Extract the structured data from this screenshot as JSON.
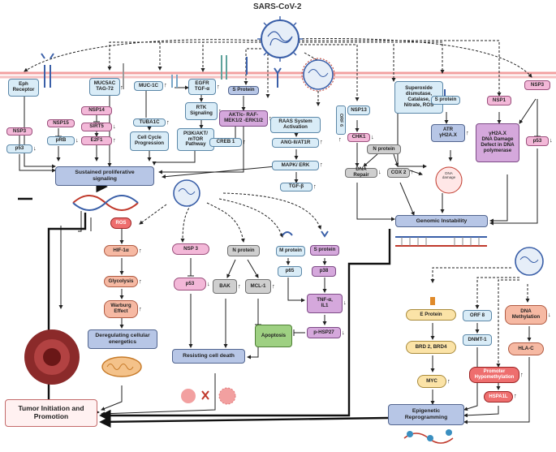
{
  "title": "SARS-CoV-2",
  "colors": {
    "membrane": "#f2a0a0",
    "arrow": "#222222",
    "blue": "#3a5fa8",
    "pink": "#c0398a",
    "red": "#c0392b"
  },
  "boxes": {
    "eph": "Eph\nReceptor",
    "nsp3_l": "NSP3",
    "p53_l": "p53",
    "nsp15": "NSP15",
    "prb": "pRB",
    "muc5ac": "MUC5AC\nTAG-72",
    "nsp14": "NSP14",
    "sirt5": "SIRT5",
    "e2f1": "E2F1",
    "muc1c": "MUC-1C",
    "tuba1c": "TUBA1C",
    "cellcycle": "Cell Cycle\nProgression",
    "egfr": "EGFR\nTGF-α",
    "rtk": "RTK\nSignaling",
    "pi3k": "PI3K/AKT/\nmTOR\nPathway",
    "creb": "CREB 1",
    "sprot_top": "S Protein",
    "akt": "AKT/c- RAF-\nMEK1/2 -ERK1/2",
    "raas": "RAAS System\nActivation",
    "ang": "ANG-II/AT1R",
    "mapk": "MAPK/ ERK",
    "tgfb": "TGF-β",
    "sustained": "Sustained proliferative\nsignaling",
    "orf6": "ORF 6",
    "nsp13": "NSP13",
    "chk1": "CHK1",
    "nprot_dna": "N protein",
    "dnarepair": "DNA Repair",
    "cox2": "COX 2",
    "superoxide": "Superoxide\ndismutase,\nCatalase,\nNitrate, ROS",
    "sprot_r": "S protein",
    "atr": "ATR\nγH2A.X",
    "nsp1": "NSP1",
    "gh2ax": "γH2A.X\nDNA Damage\nDefect in DNA\npolymerase",
    "nsp3_r": "NSP3",
    "p53_r": "p53",
    "genomic": "Genomic Instability",
    "ros": "ROS",
    "hif": "HIF-1α",
    "glycolysis": "Glycolysis",
    "warburg": "Warburg\nEffect",
    "dereg": "Deregulating cellular\nenergetics",
    "nsp3_m": "NSP 3",
    "p53_m": "p53",
    "nprot_m": "N protein",
    "bak": "BAK",
    "mcl": "MCL-1",
    "mprot": "M protein",
    "p65": "p65",
    "sprot_m": "S protein",
    "p38": "p38",
    "tnf": "TNF-α,\nIL1",
    "phsp": "p-HSP27",
    "apoptosis": "Apoptosis",
    "resisting": "Resisting cell death",
    "tumor": "Tumor Initiation and\nPromotion",
    "eprot": "E Protein",
    "brd": "BRD 2, BRD4",
    "myc": "MYC",
    "orf8": "ORF 8",
    "dnmt": "DNMT-1",
    "dnameth": "DNA\nMethylation",
    "hlac": "HLA-C",
    "promoter": "Promoter\nHypomethylation",
    "hspa1l": "HSPA1L",
    "epigenetic": "Epigenetic\nReprogramming"
  },
  "labels": {
    "dna_damage": "DNA\ndamage"
  },
  "arrows": {
    "up": "↑",
    "down": "↓"
  }
}
